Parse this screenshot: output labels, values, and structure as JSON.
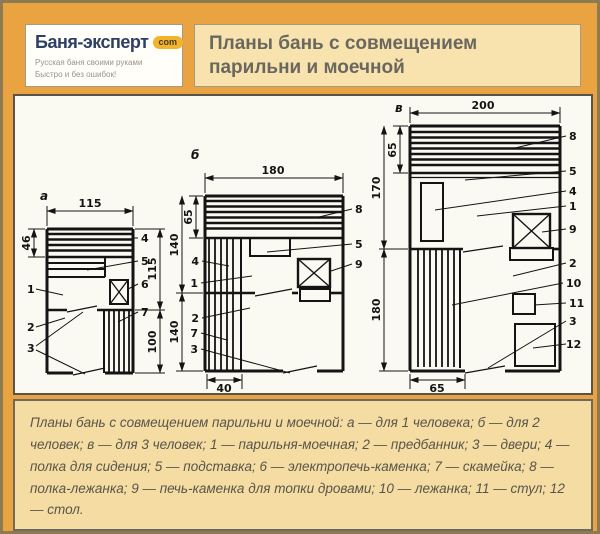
{
  "header": {
    "logo": {
      "brand": "Баня-эксперт",
      "badge": "com",
      "tagline_line1": "Русская баня своими руками",
      "tagline_line2": "Быстро и без ошибок!"
    },
    "title": "Планы бань с совмещением парильни и моечной"
  },
  "diagram": {
    "plan_a": {
      "label": "а",
      "dim_width": "115",
      "dim_shelf": "46",
      "dim_room1": "115",
      "dim_room2": "100",
      "callouts_left": [
        "1",
        "2",
        "3"
      ],
      "callouts_right": [
        "4",
        "5",
        "6",
        "7"
      ]
    },
    "plan_b": {
      "label": "б",
      "dim_width": "180",
      "dim_shelf": "65",
      "dim_room1": "140",
      "dim_room2": "140",
      "dim_bench": "40",
      "callouts_left": [
        "4",
        "1",
        "2",
        "7",
        "3"
      ],
      "callouts_right": [
        "8",
        "5",
        "9"
      ]
    },
    "plan_v": {
      "label": "в",
      "dim_width": "200",
      "dim_shelf": "65",
      "dim_room1": "170",
      "dim_room2": "180",
      "dim_bench": "65",
      "callouts_right": [
        "8",
        "5",
        "4",
        "1",
        "9",
        "2",
        "10",
        "11",
        "3",
        "12"
      ]
    }
  },
  "caption": {
    "text": "Планы бань с совмещением парильни и моечной: а — для 1 человека; б — для 2 человек; в — для 3 человек; 1 — парильня-моечная; 2 — предбанник; 3 — двери; 4 — полка для сидения; 5 — подставка; 6 — электропечь-каменка; 7 — скамейка; 8 — полка-лежанка; 9 — печь-каменка для топки дровами; 10 — лежанка; 11 — стул; 12 — стол."
  },
  "colors": {
    "page_bg": "#e9a441",
    "panel_bg": "#fbfaf2",
    "title_bg": "#f8e3ae",
    "caption_bg": "#f5dca2",
    "brand_navy": "#2e3e66",
    "badge_yellow": "#f2b42d",
    "line": "#141414"
  }
}
